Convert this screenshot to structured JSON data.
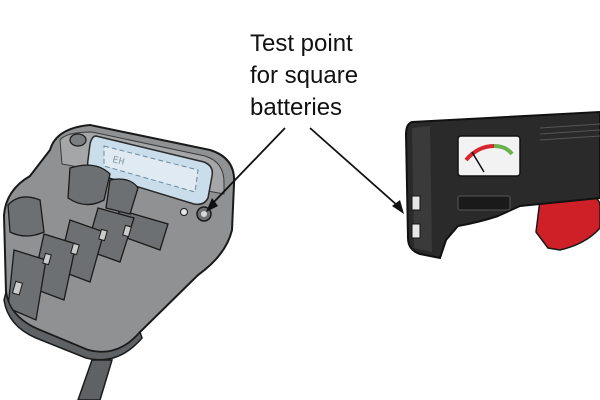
{
  "caption": {
    "lines": [
      "Test point",
      "for square",
      "batteries"
    ]
  },
  "left_tester": {
    "display_text": "EH"
  },
  "colors": {
    "left_body": "#8f9192",
    "left_body_dark": "#5f6264",
    "left_display": "#c9ddeb",
    "right_body": "#2a2a2a",
    "right_trim": "#cf2027",
    "gauge_red": "#d7262d",
    "gauge_green": "#6ab04c",
    "outline": "#1a1a1a"
  },
  "icons": [
    "arrow-icon"
  ]
}
